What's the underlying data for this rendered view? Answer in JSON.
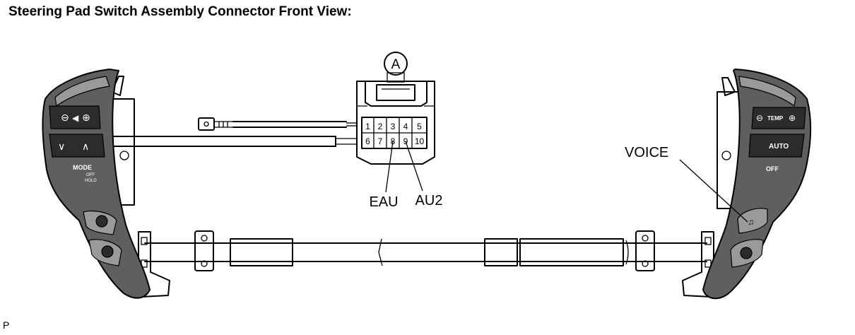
{
  "title": "Steering Pad Switch Assembly Connector Front View:",
  "connector": {
    "label": "A",
    "pins_row1": [
      "1",
      "2",
      "3",
      "4",
      "5"
    ],
    "pins_row2": [
      "6",
      "7",
      "8",
      "9",
      "10"
    ]
  },
  "callouts": {
    "eau": "EAU",
    "au2": "AU2",
    "voice": "VOICE"
  },
  "left_switch": {
    "mode": "MODE",
    "off": "OFF",
    "hold": "HOLD"
  },
  "right_switch": {
    "temp": "TEMP",
    "auto": "AUTO",
    "off": "OFF"
  },
  "footer_code": "P"
}
